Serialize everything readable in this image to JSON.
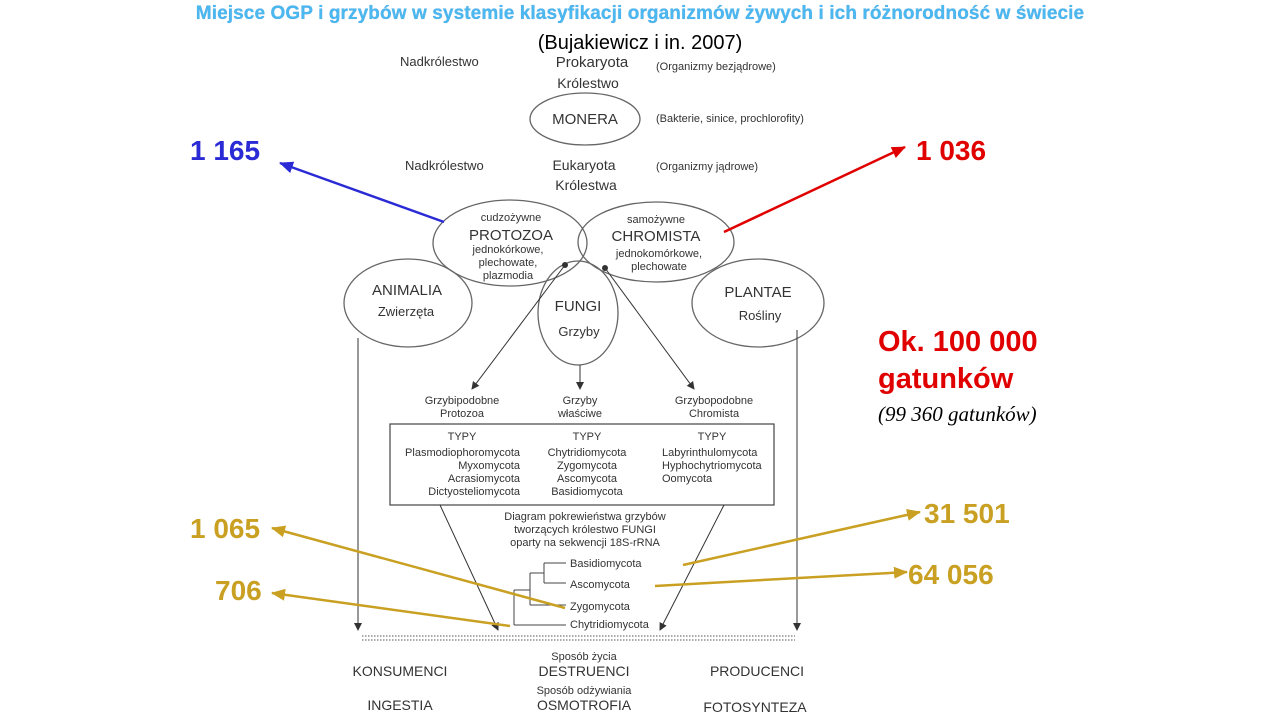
{
  "header": {
    "title": "Miejsce OGP i grzybów w systemie klasyfikacji organizmów żywych i ich różnorodność w świecie",
    "subtitle": "(Bujakiewicz i in. 2007)"
  },
  "colors": {
    "blue": "#2b2bd6",
    "red": "#e00000",
    "gold": "#c9a022",
    "title": "#4BB8F0"
  },
  "counts": {
    "protozoa": "1 165",
    "chromista": "1 036",
    "zygomycota": "1 065",
    "chytridiomycota": "706",
    "basidiomycota": "31 501",
    "ascomycota": "64 056"
  },
  "species_total": {
    "line1": "Ok. 100 000",
    "line2": "gatunków",
    "detail": "(99 360 gatunków)"
  },
  "diagram": {
    "super1_label": "Nadkrólestwo",
    "super1_name": "Prokaryota",
    "kingdom_label": "Królestwo",
    "super1_note": "(Organizmy bezjądrowe)",
    "monera": "MONERA",
    "monera_note": "(Bakterie, sinice, prochlorofity)",
    "super2_label": "Nadkrólestwo",
    "super2_name": "Eukaryota",
    "kingdoms_label": "Królestwa",
    "super2_note": "(Organizmy jądrowe)",
    "protozoa": {
      "top": "cudzożywne",
      "name": "PROTOZOA",
      "l1": "jednokórkowe,",
      "l2": "plechowate,",
      "l3": "plazmodia"
    },
    "chromista": {
      "top": "samożywne",
      "name": "CHROMISTA",
      "l1": "jednokomórkowe,",
      "l2": "plechowate"
    },
    "animalia": {
      "name": "ANIMALIA",
      "sub": "Zwierzęta"
    },
    "fungi": {
      "name": "FUNGI",
      "sub": "Grzyby"
    },
    "plantae": {
      "name": "PLANTAE",
      "sub": "Rośliny"
    },
    "groups": [
      {
        "l1": "Grzybipodobne",
        "l2": "Protozoa"
      },
      {
        "l1": "Grzyby",
        "l2": "właściwe"
      },
      {
        "l1": "Grzybopodobne",
        "l2": "Chromista"
      }
    ],
    "types_label": "TYPY",
    "types_cols": [
      [
        "Plasmodiophoromycota",
        "Myxomycota",
        "Acrasiomycota",
        "Dictyosteliomycota"
      ],
      [
        "Chytridiomycota",
        "Zygomycota",
        "Ascomycota",
        "Basidiomycota"
      ],
      [
        "Labyrinthulomycota",
        "Hyphochytriomycota",
        "Oomycota"
      ]
    ],
    "tree_caption": [
      "Diagram pokrewieństwa grzybów",
      "tworzących królestwo FUNGI",
      "oparty na sekwencji 18S-rRNA"
    ],
    "tree_taxa": [
      "Basidiomycota",
      "Ascomycota",
      "Zygomycota",
      "Chytridiomycota"
    ],
    "lifestyle_label": "Sposób życia",
    "nutrition_label": "Sposób odżywiania",
    "consumers": "KONSUMENCI",
    "destruents": "DESTRUENCI",
    "producers": "PRODUCENCI",
    "ingestion": "INGESTIA",
    "osmotrophy": "OSMOTROFIA",
    "photosynthesis": "FOTOSYNTEZA"
  }
}
